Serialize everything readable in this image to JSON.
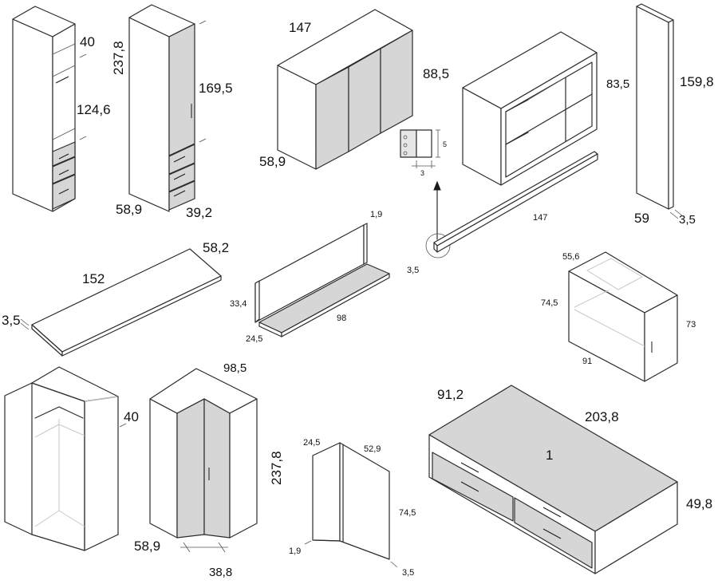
{
  "colors": {
    "line": "#2b2b2b",
    "door_fill": "#d6d6d6",
    "background": "#ffffff"
  },
  "tall_cabinet_open": {
    "h_top": "40",
    "h_total": "237,8",
    "h_mid": "124,6"
  },
  "tall_cabinet_door": {
    "h_door": "169,5",
    "depth": "58,9",
    "width": "39,2"
  },
  "sideboard": {
    "width": "147",
    "height": "88,5",
    "depth": "58,9"
  },
  "hinge_detail": {
    "h": "5",
    "w": "3"
  },
  "open_shelving": {
    "height": "83,5"
  },
  "side_panel": {
    "height": "159,8",
    "depth": "59",
    "thickness": "3,5"
  },
  "rail": {
    "length": "147"
  },
  "desk_top": {
    "length": "152",
    "depth": "58,2",
    "thickness": "3,5"
  },
  "wall_shelf": {
    "thickness": "1,9",
    "shelf_thickness": "3,5",
    "height": "33,4",
    "depth": "24,5",
    "length": "98"
  },
  "desk_unit": {
    "depth": "55,6",
    "h_inner": "74,5",
    "h_outer": "73",
    "width": "91"
  },
  "corner_open": {
    "h": "40"
  },
  "corner_wardrobe": {
    "width": "98,5",
    "height": "237,8",
    "depth": "58,9",
    "door": "38,8"
  },
  "l_panel": {
    "depth": "24,5",
    "width": "52,9",
    "height": "74,5",
    "thickness_left": "1,9",
    "thickness_right": "3,5"
  },
  "bed": {
    "width": "91,2",
    "length": "203,8",
    "index": "1",
    "height": "49,8"
  }
}
